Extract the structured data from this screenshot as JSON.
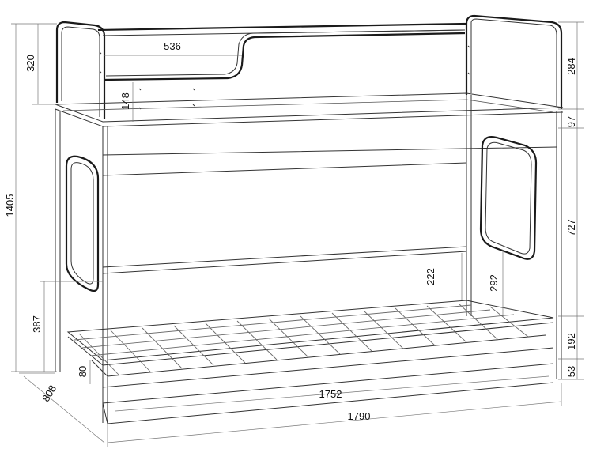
{
  "dimensions": {
    "total_height": "1405",
    "top_rail_height": "320",
    "top_cutout_length": "536",
    "top_side_height": "148",
    "top_right_height": "284",
    "bed_frame_height": "97",
    "window_height": "727",
    "lower_gap_left": "222",
    "lower_gap_right": "292",
    "lower_height_left": "387",
    "lower_side_height": "192",
    "lower_base_height": "53",
    "base_board_height": "80",
    "inner_length": "1752",
    "total_length": "1790",
    "total_depth": "808"
  },
  "colors": {
    "lines": "#333333",
    "outline": "#1a1a1a",
    "background": "#ffffff"
  }
}
